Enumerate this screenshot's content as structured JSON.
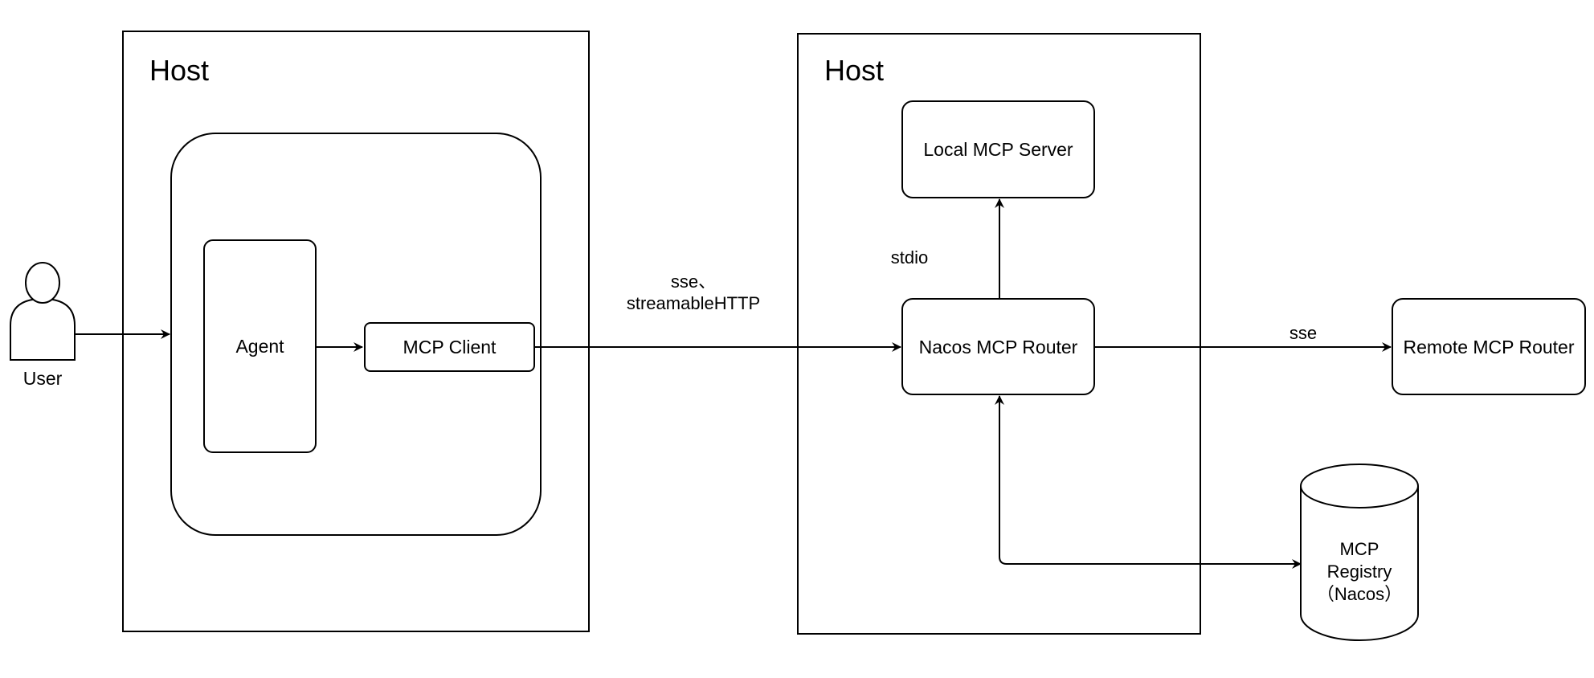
{
  "hosts": [
    {
      "title": "Host"
    },
    {
      "title": "Host"
    }
  ],
  "user": {
    "label": "User"
  },
  "nodes": {
    "agent": "Agent",
    "mcp_client": "MCP Client",
    "local_server": "Local MCP Server",
    "nacos_router": "Nacos MCP Router",
    "remote_router": "Remote MCP Router",
    "registry": [
      "MCP",
      "Registry",
      "（Nacos）"
    ]
  },
  "edges": {
    "client_router": [
      "sse、",
      "streamableHTTP"
    ],
    "router_local": "stdio",
    "router_remote": "sse"
  }
}
